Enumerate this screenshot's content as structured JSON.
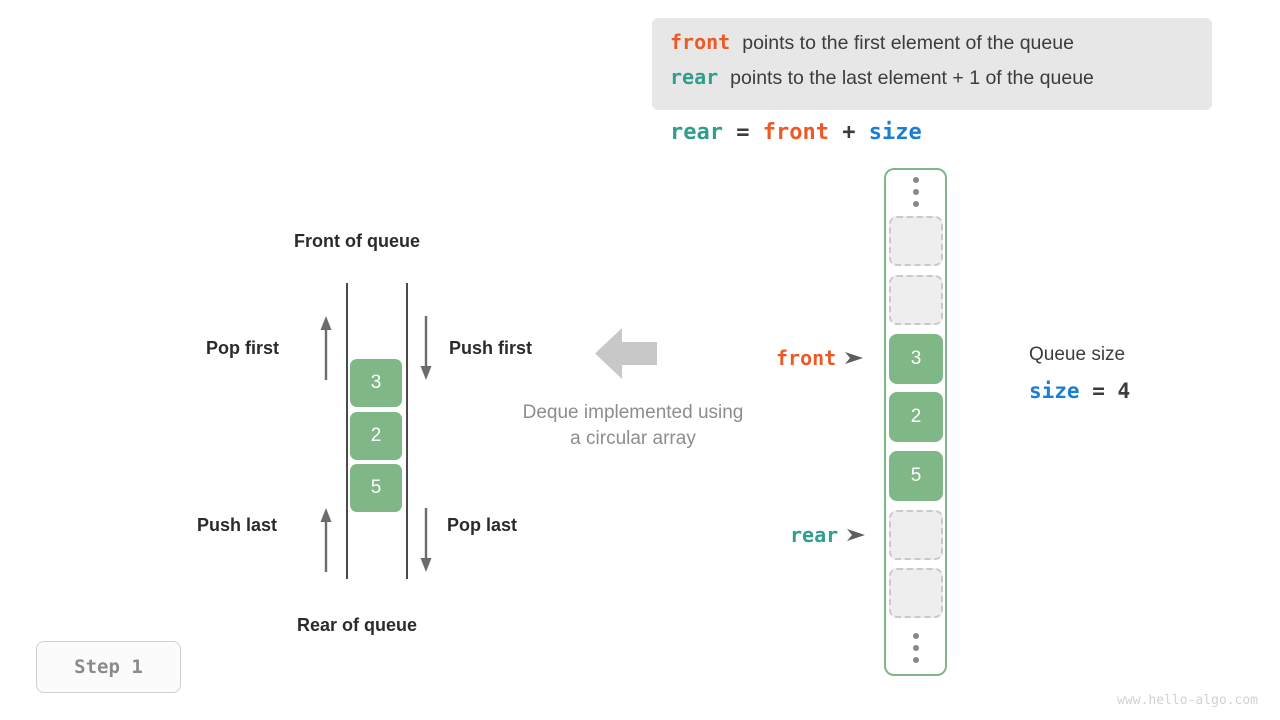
{
  "legend": {
    "lines": [
      {
        "key": "front",
        "key_color": "#ec5b27",
        "desc": "points to the first element of the queue"
      },
      {
        "key": "rear",
        "key_color": "#2f9e8f",
        "desc": "points to the last element + 1 of the queue"
      }
    ]
  },
  "formula": {
    "lhs": "rear",
    "eq": "=",
    "rhs1": "front",
    "plus": "+",
    "rhs2": "size"
  },
  "deque": {
    "top_label": "Front of queue",
    "bottom_label": "Rear of queue",
    "caption_line1": "Deque implemented using",
    "caption_line2": "a circular array",
    "operations": {
      "pop_first": "Pop first",
      "push_first": "Push first",
      "push_last": "Push last",
      "pop_last": "Pop last"
    },
    "cells": [
      "3",
      "2",
      "5"
    ]
  },
  "array": {
    "slots": [
      {
        "type": "ellipsis",
        "value": ""
      },
      {
        "type": "empty",
        "value": ""
      },
      {
        "type": "empty",
        "value": ""
      },
      {
        "type": "filled",
        "value": "3"
      },
      {
        "type": "filled",
        "value": "2"
      },
      {
        "type": "filled",
        "value": "5"
      },
      {
        "type": "empty",
        "value": ""
      },
      {
        "type": "empty",
        "value": ""
      },
      {
        "type": "ellipsis",
        "value": ""
      }
    ],
    "pointers": {
      "front": "front",
      "rear": "rear"
    }
  },
  "size_info": {
    "title": "Queue size",
    "var": "size",
    "eq": "=",
    "value": "4"
  },
  "step_badge": "Step 1",
  "watermark": "www.hello-algo.com",
  "colors": {
    "green": "#7fb787",
    "orange": "#ec5b27",
    "teal": "#2f9e8f",
    "blue": "#1a7fd4",
    "gray_arrow": "#6b6b6b",
    "big_arrow": "#c8c8c8"
  }
}
